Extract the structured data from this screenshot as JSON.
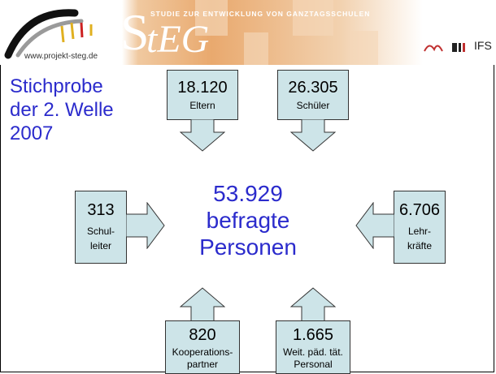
{
  "header": {
    "url": "www.projekt-steg.de",
    "brand_s": "S",
    "brand_rest": "tEG",
    "subtitle": "STUDIE ZUR ENTWICKLUNG VON GANZTAGSSCHULEN",
    "partners_logo_icon": "dipf-dji-logo",
    "partner_ifs": "IFS"
  },
  "title": {
    "line1": "Stichprobe",
    "line2": "der 2. Welle",
    "line3": "2007"
  },
  "center": {
    "total": "53.929",
    "line2": "befragte",
    "line3": "Personen"
  },
  "groups": {
    "eltern": {
      "count": "18.120",
      "label": "Eltern"
    },
    "schueler": {
      "count": "26.305",
      "label": "Schüler"
    },
    "schulleiter": {
      "count": "313",
      "label1": "Schul-",
      "label2": "leiter"
    },
    "lehrkraefte": {
      "count": "6.706",
      "label1": "Lehr-",
      "label2": "kräfte"
    },
    "kooperation": {
      "count": "820",
      "label1": "Kooperations-",
      "label2": "partner"
    },
    "personal": {
      "count": "1.665",
      "label1": "Weit. päd. tät.",
      "label2": "Personal"
    }
  },
  "colors": {
    "title_blue": "#2b2bcc",
    "box_fill": "#cde4e8",
    "banner_orange": "#e9a96e"
  }
}
